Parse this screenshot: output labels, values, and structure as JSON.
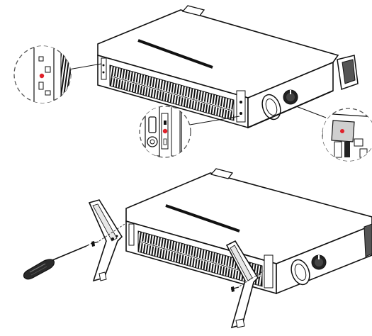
{
  "figure": {
    "steps": [
      {
        "id": "step-1",
        "subject": "heater-rear-with-mounting-holes",
        "callouts": [
          "left-mounting-hole-detail",
          "center-mounting-hole-detail",
          "right-mounting-hole-detail"
        ],
        "marker_color": "#e0202a"
      },
      {
        "id": "step-2",
        "subject": "heater-with-feet-attached",
        "parts": [
          "foot-left",
          "foot-right",
          "screw-left",
          "screw-right",
          "screwdriver"
        ]
      }
    ],
    "colors": {
      "line": "#111111",
      "fill": "#ffffff",
      "shade": "#d8d8d8",
      "dark": "#222222",
      "marker": "#e0202a",
      "callout_ring": "#555555"
    },
    "icons": [
      "screwdriver-icon",
      "screw-icon",
      "foot-bracket-icon",
      "control-knob-icon"
    ]
  }
}
